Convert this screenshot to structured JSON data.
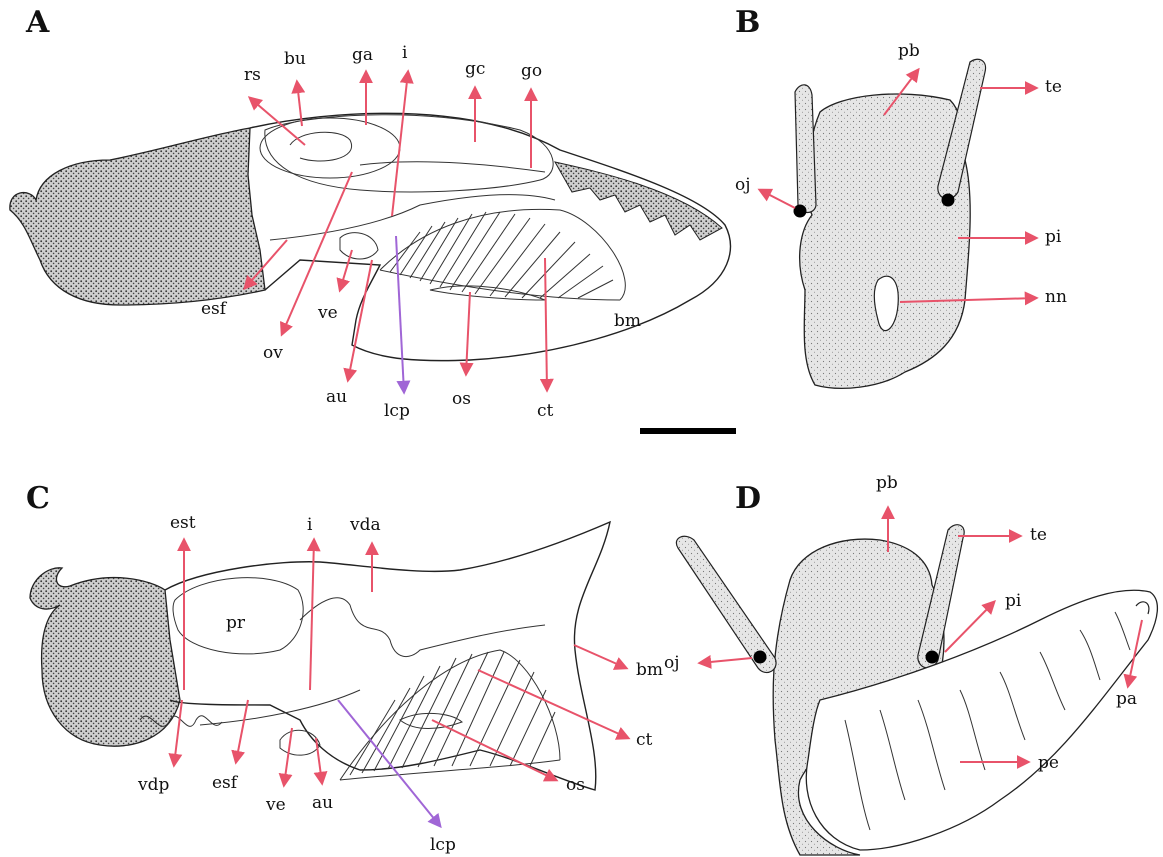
{
  "figure": {
    "panels": [
      {
        "id": "A",
        "letter": "A",
        "labels": [
          "rs",
          "bu",
          "ga",
          "i",
          "gc",
          "go",
          "esf",
          "ov",
          "ve",
          "au",
          "lcp",
          "os",
          "ct",
          "bm"
        ]
      },
      {
        "id": "B",
        "letter": "B",
        "labels": [
          "pb",
          "te",
          "oj",
          "pi",
          "nn"
        ]
      },
      {
        "id": "C",
        "letter": "C",
        "labels": [
          "est",
          "i",
          "vda",
          "pr",
          "bm",
          "ct",
          "os",
          "vdp",
          "esf",
          "ve",
          "au",
          "lcp"
        ]
      },
      {
        "id": "D",
        "letter": "D",
        "labels": [
          "pb",
          "te",
          "oj",
          "pi",
          "pa",
          "pe"
        ]
      }
    ],
    "colors": {
      "arrow_pink": "#e8536a",
      "arrow_purple": "#a066d6",
      "stipple_dark": "#222222",
      "stipple_light": "#cfcfcf",
      "line": "#222222"
    },
    "scale_bar": {
      "color": "#000000"
    }
  }
}
